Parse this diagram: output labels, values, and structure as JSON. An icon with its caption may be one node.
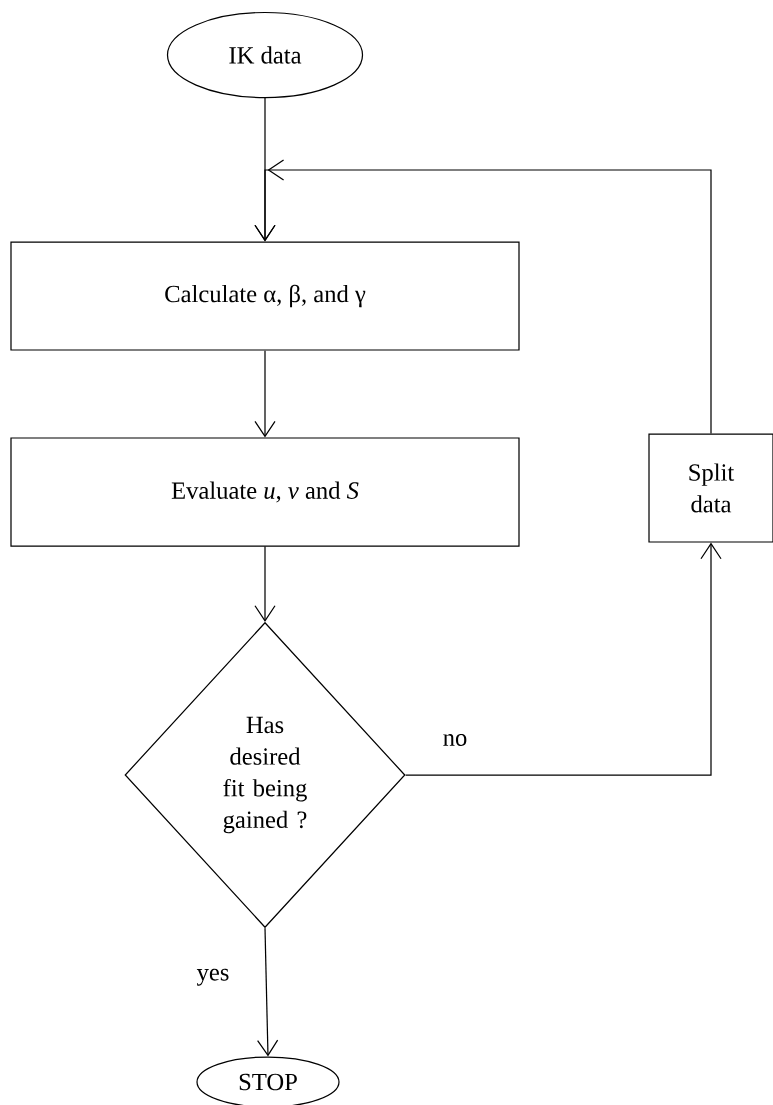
{
  "diagram": {
    "nodes": [
      {
        "text": [
          "IK data"
        ]
      },
      {
        "text": [
          "Calculate α, β, and γ"
        ]
      },
      {
        "text": [
          "Evaluate *u*, *v* and *S*"
        ]
      },
      {
        "text": [
          "Has desired fit being gained ?"
        ]
      },
      {
        "text": [
          "STOP"
        ]
      },
      {
        "text": [
          "Split data"
        ]
      }
    ],
    "edges": [
      {
        "from": 0,
        "to": 1,
        "arrow": "to"
      },
      {
        "from": 1,
        "to": 2,
        "arrow": "to"
      },
      {
        "from": 2,
        "to": 3,
        "arrow": "to"
      },
      {
        "from": 3,
        "to": 4,
        "arrow": "to",
        "label": "yes"
      },
      {
        "from": 3,
        "to": 5,
        "arrow": "to",
        "label": "no"
      },
      {
        "from": 5,
        "to": 1,
        "arrow": "to"
      }
    ]
  }
}
